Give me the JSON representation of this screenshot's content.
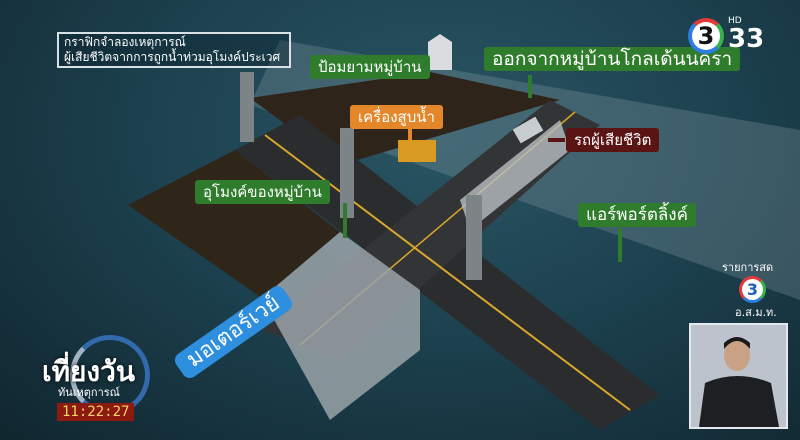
{
  "title_box": {
    "line1": "กราฟิกจำลองเหตุการณ์",
    "line2": "ผู้เสียชีวิตจากการถูกน้ำท่วมอุโมงค์ประเวศ"
  },
  "labels": {
    "guard_post": "ป้อมยามหมู่บ้าน",
    "exit_village": "ออกจากหมู่บ้านโกลเด้นนครา",
    "water_pump": "เครื่องสูบน้ำ",
    "victim_car": "รถผู้เสียชีวิต",
    "village_tunnel": "อุโมงค์ของหมู่บ้าน",
    "airport_link": "แอร์พอร์ตลิ้งค์",
    "motorway": "มอเตอร์เวย์"
  },
  "channel": {
    "number": "3",
    "hd": "HD",
    "channel_no": "33"
  },
  "program": {
    "name": "เที่ยงวัน",
    "subtitle": "ทันเหตุการณ์",
    "time": "11:22:27"
  },
  "live_badge": {
    "text": "รายการสด",
    "logo": "3",
    "org": "อ.ส.ม.ท."
  },
  "colors": {
    "green_label": "#2f7d2c",
    "orange_label": "#e4862a",
    "maroon_label": "#5a1414",
    "blue_label": "#2d8fde"
  }
}
